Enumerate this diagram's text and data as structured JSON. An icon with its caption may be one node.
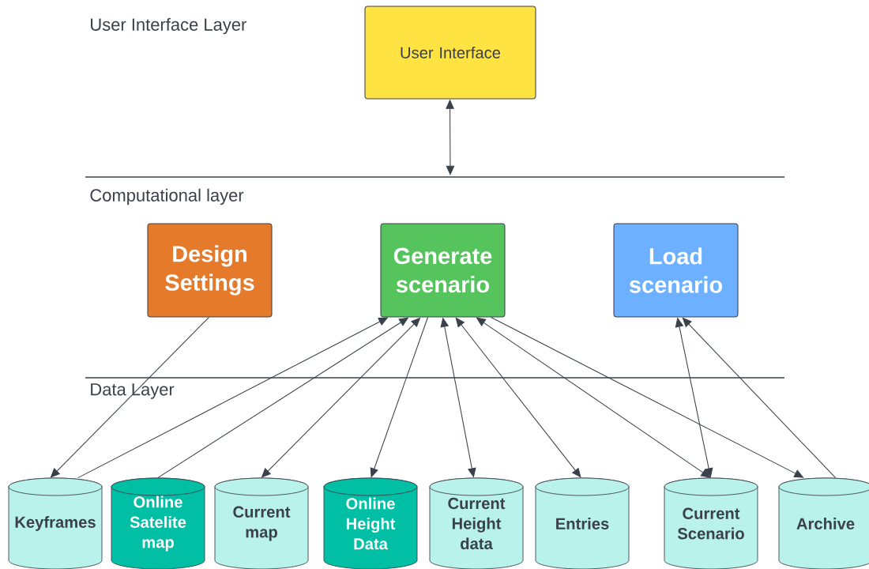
{
  "diagram": {
    "nodes": [
      {
        "text": [
          "User Interface"
        ]
      },
      {
        "text": [
          "Design Settings"
        ]
      },
      {
        "text": [
          "Generate scenario"
        ]
      },
      {
        "text": [
          "Load scenario"
        ]
      },
      {
        "text": [
          "Keyframes"
        ]
      },
      {
        "text": [
          "Online Satelite map"
        ]
      },
      {
        "text": [
          "Current map"
        ]
      },
      {
        "text": [
          "Online Height Data"
        ]
      },
      {
        "text": [
          "Current Height data"
        ]
      },
      {
        "text": [
          "Entries"
        ]
      },
      {
        "text": [
          "Current Scenario"
        ]
      },
      {
        "text": [
          "Archive"
        ]
      }
    ],
    "edges": [
      {
        "from": 0,
        "to": null,
        "arrow": "both"
      },
      {
        "from": 1,
        "to": 4,
        "arrow": "to"
      },
      {
        "from": 4,
        "to": 2,
        "arrow": "to"
      },
      {
        "from": 5,
        "to": 2,
        "arrow": "to"
      },
      {
        "from": 2,
        "to": 6,
        "arrow": "both"
      },
      {
        "from": 2,
        "to": 7,
        "arrow": "to"
      },
      {
        "from": 2,
        "to": 8,
        "arrow": "both"
      },
      {
        "from": 2,
        "to": 9,
        "arrow": "both"
      },
      {
        "from": 2,
        "to": 10,
        "arrow": "both"
      },
      {
        "from": 2,
        "to": 11,
        "arrow": "to"
      },
      {
        "from": 3,
        "to": 10,
        "arrow": "both"
      },
      {
        "from": 11,
        "to": 3,
        "arrow": "to"
      }
    ],
    "labels": [
      "User Interface Layer",
      "Computational layer",
      "Data Layer"
    ]
  }
}
